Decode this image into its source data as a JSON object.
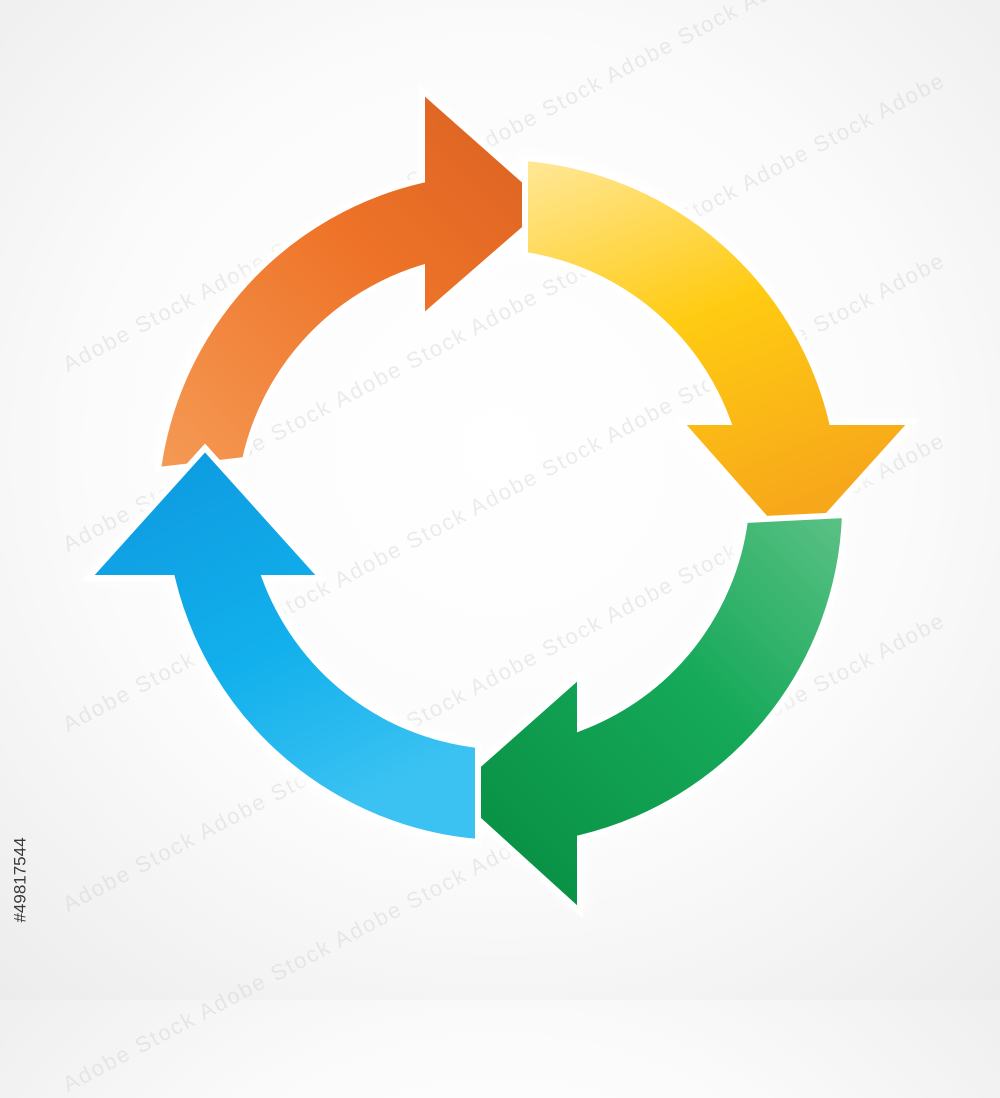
{
  "diagram": {
    "type": "cycle",
    "arrows": [
      {
        "id": "orange",
        "color": "#ed7330",
        "direction": "clockwise"
      },
      {
        "id": "yellow",
        "color": "#ffc60b",
        "direction": "clockwise"
      },
      {
        "id": "green",
        "color": "#0fa24e",
        "direction": "clockwise"
      },
      {
        "id": "blue",
        "color": "#1aaae4",
        "direction": "clockwise"
      }
    ]
  },
  "watermark": {
    "text": "Adobe Stock"
  },
  "stock_id": "#49817544"
}
